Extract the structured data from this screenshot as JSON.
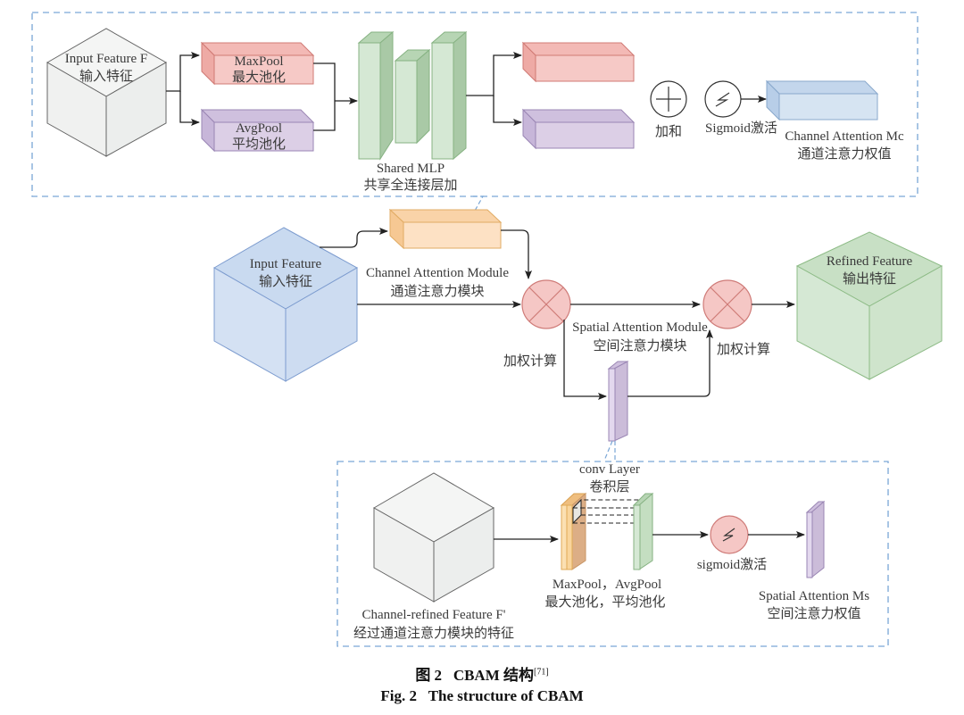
{
  "figure": {
    "caption_cn_prefix": "图 2",
    "caption_cn_title": "CBAM 结构",
    "caption_cn_ref": "[71]",
    "caption_en_prefix": "Fig. 2",
    "caption_en_title": "The structure of CBAM"
  },
  "channel_attention_detail": {
    "input_feature_en": "Input Feature F",
    "input_feature_cn": "输入特征",
    "maxpool_en": "MaxPool",
    "maxpool_cn": "最大池化",
    "avgpool_en": "AvgPool",
    "avgpool_cn": "平均池化",
    "shared_mlp_en": "Shared MLP",
    "shared_mlp_cn": "共享全连接层加",
    "sum_label": "加和",
    "sigmoid_label": "Sigmoid激活",
    "output_en": "Channel Attention Mc",
    "output_cn": "通道注意力权值",
    "colors": {
      "maxpool": "#f6c9c6",
      "avgpool": "#dccfe6",
      "mlp": "#d5e8d4",
      "output": "#d6e4f2"
    }
  },
  "main_flow": {
    "input_en": "Input Feature",
    "input_cn": "输入特征",
    "cam_en": "Channel Attention Module",
    "cam_cn": "通道注意力模块",
    "weighted_1": "加权计算",
    "sam_en": "Spatial Attention Module",
    "sam_cn": "空间注意力模块",
    "weighted_2": "加权计算",
    "output_en": "Refined Feature",
    "output_cn": "输出特征",
    "colors": {
      "input": "#d4e1f3",
      "cam": "#fde1c4",
      "multiply": "#f5c7c5",
      "sam": "#dccfe6",
      "output": "#d5e8d4"
    }
  },
  "spatial_attention_detail": {
    "conv_en": "conv Layer",
    "conv_cn": "卷积层",
    "input_en": "Channel-refined Feature F'",
    "input_cn": "经过通道注意力模块的特征",
    "pool_en": "MaxPool，AvgPool",
    "pool_cn": "最大池化，平均池化",
    "sigmoid_label": "sigmoid激活",
    "output_en": "Spatial Attention Ms",
    "output_cn": "空间注意力权值"
  }
}
